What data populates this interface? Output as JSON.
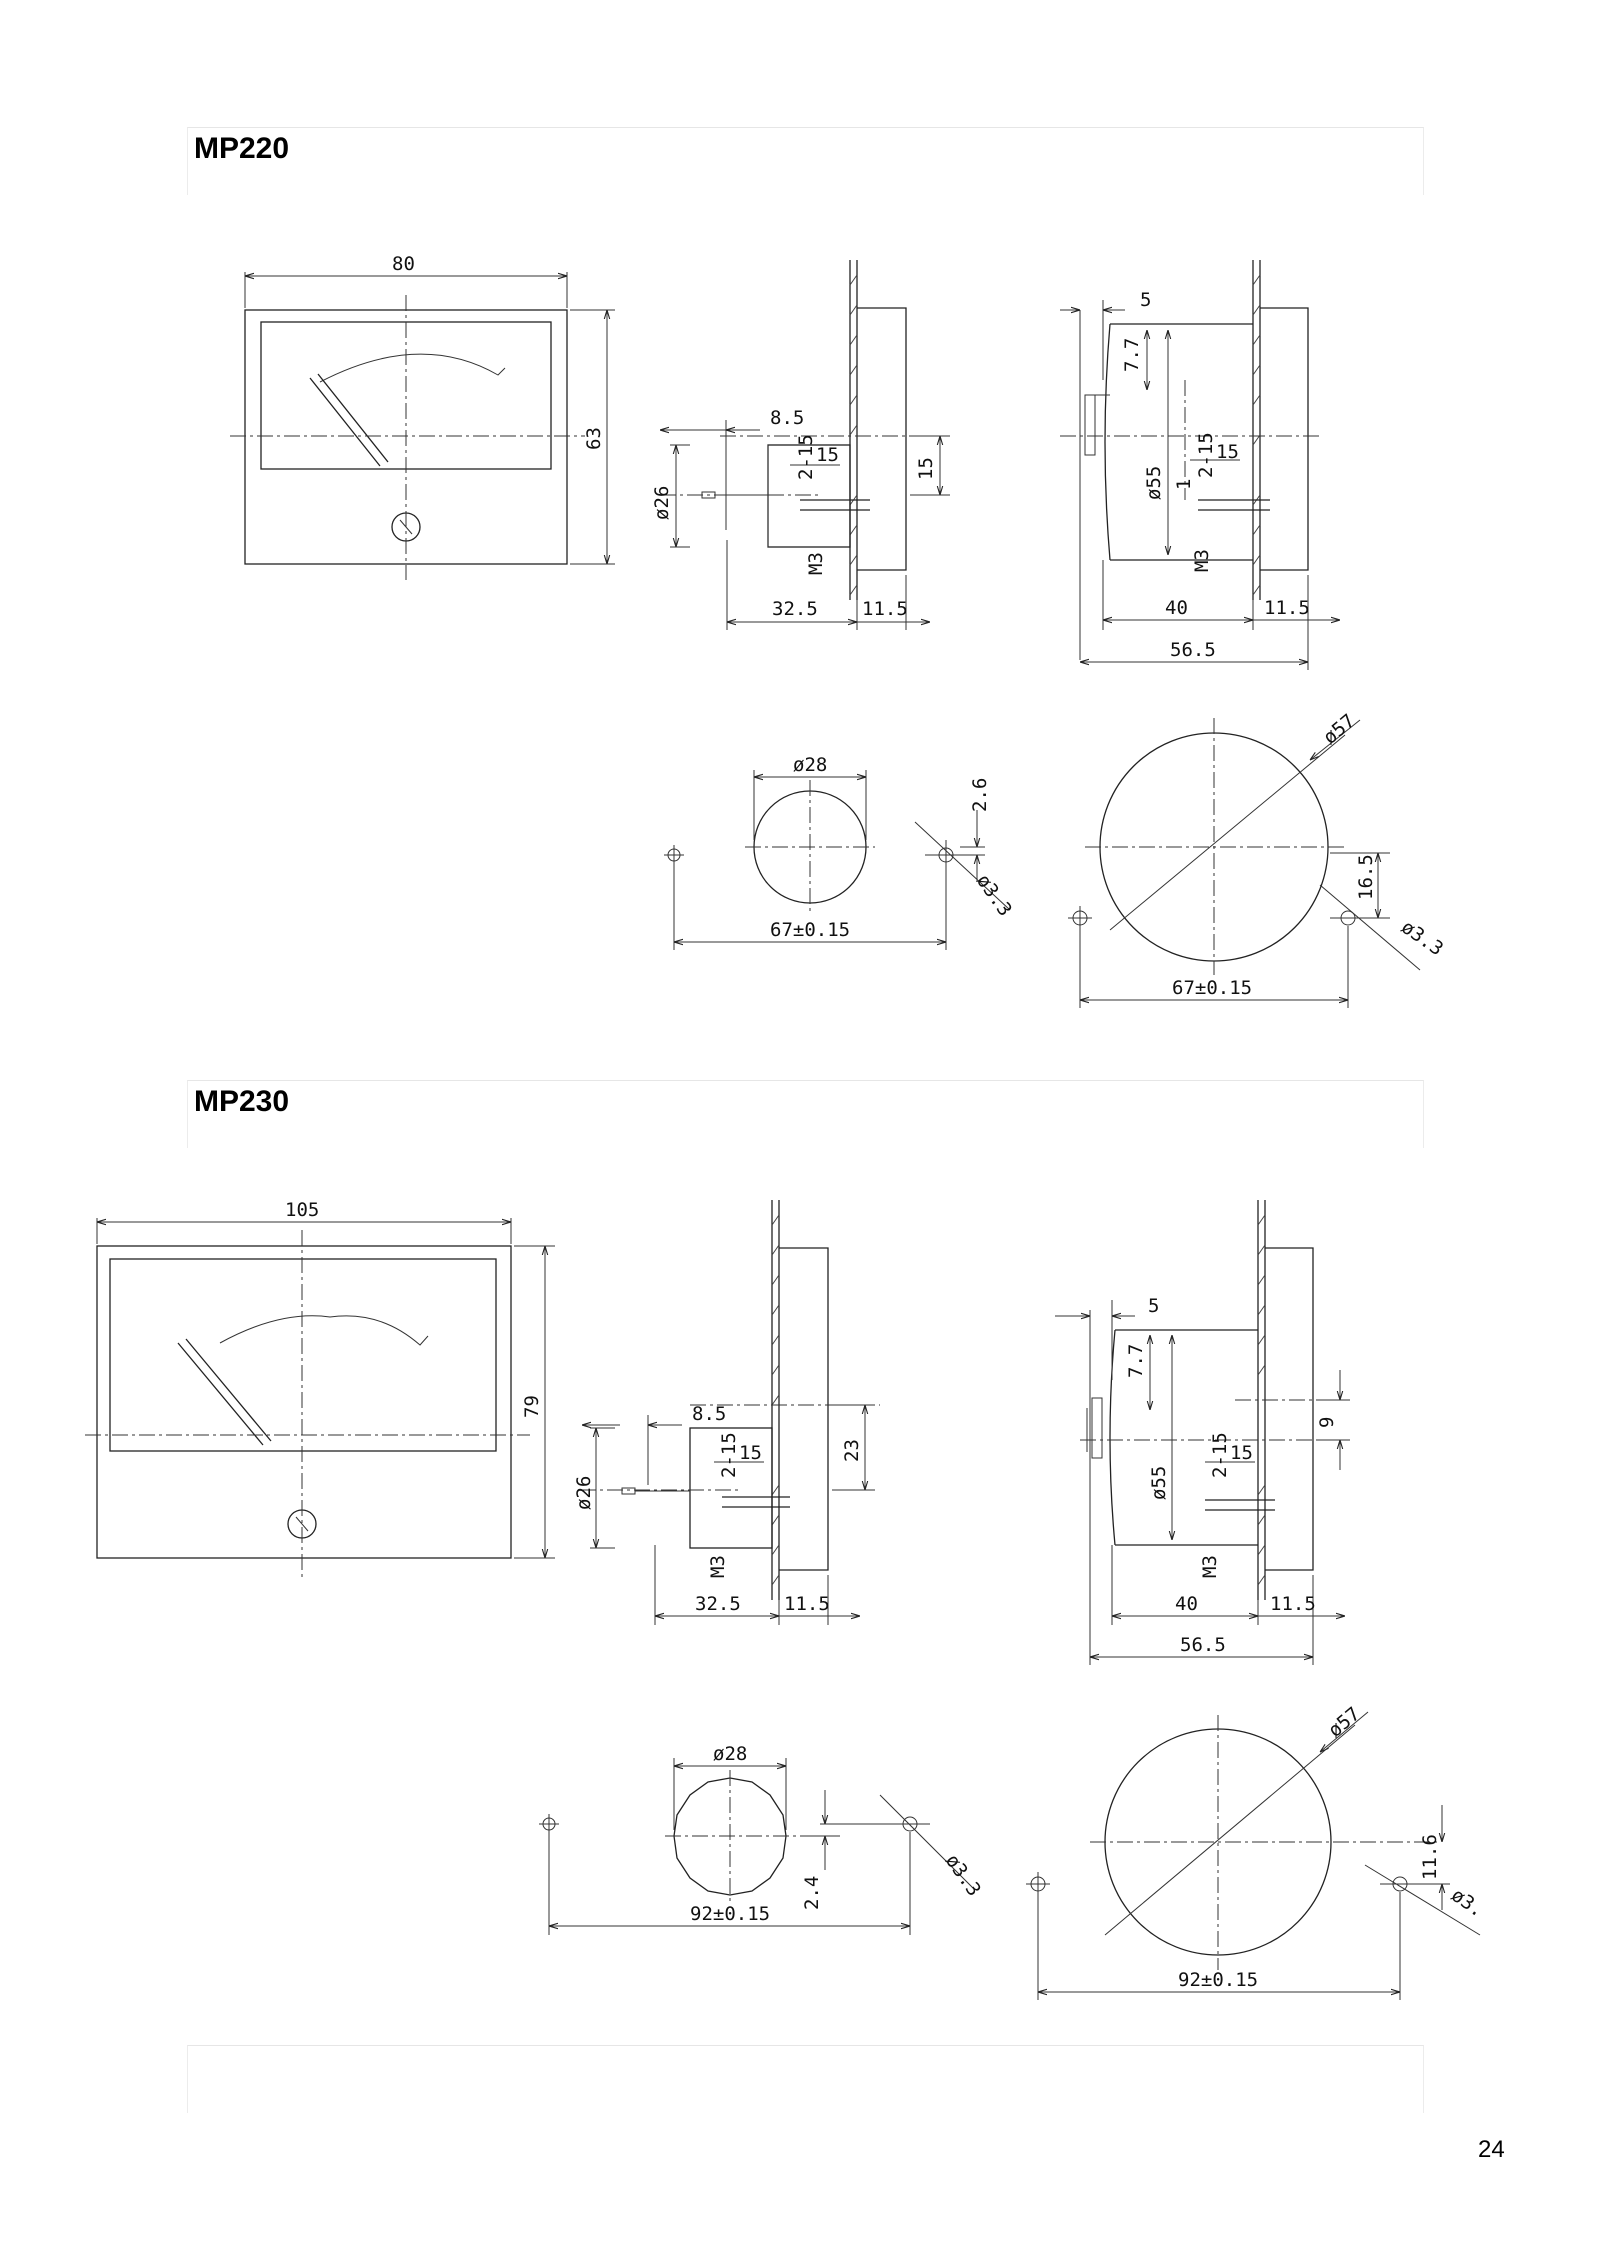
{
  "sections": [
    {
      "title": "MP220",
      "front": {
        "width": "80",
        "height": "63"
      },
      "side": {
        "d_body": "ø26",
        "d1": "8.5",
        "d2": "32.5",
        "d3": "11.5",
        "d4": "15",
        "d5": "2-15",
        "d6": "M3"
      },
      "side2": {
        "d1": "5",
        "d2": "7.7",
        "d3": "ø55",
        "d4": "1",
        "d5": "2-15",
        "d6": "M3",
        "d7": "40",
        "d8": "11.5",
        "d9": "56.5"
      },
      "cut1": {
        "d1": "ø28",
        "d2": "2.6",
        "d3": "ø3.3",
        "d4": "67±0.15"
      },
      "cut2": {
        "d1": "ø57",
        "d2": "16.5",
        "d3": "ø3.3",
        "d4": "67±0.15"
      }
    },
    {
      "title": "MP230",
      "front": {
        "width": "105",
        "height": "79"
      },
      "side": {
        "d_body": "ø26",
        "d1": "8.5",
        "d2": "32.5",
        "d3": "11.5",
        "d4": "23",
        "d5": "2-15",
        "d6": "M3"
      },
      "side2": {
        "d1": "5",
        "d2": "7.7",
        "d3": "ø55",
        "d4": "9",
        "d5": "2-15",
        "d6": "M3",
        "d7": "40",
        "d8": "11.5",
        "d9": "56.5"
      },
      "cut1": {
        "d1": "ø28",
        "d2": "2.4",
        "d3": "ø3.3",
        "d4": "92±0.15"
      },
      "cut2": {
        "d1": "ø57",
        "d2": "11.6",
        "d3": "ø3.",
        "d4": "92±0.15"
      }
    }
  ],
  "page_number": "24"
}
